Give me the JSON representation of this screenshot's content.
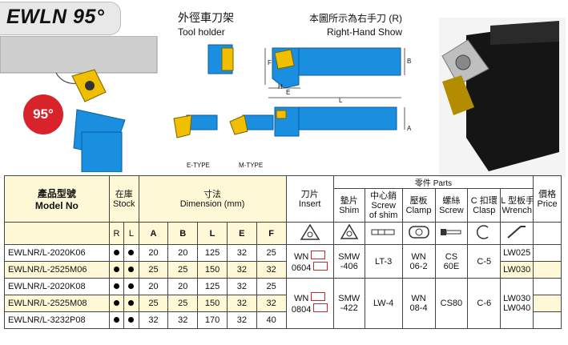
{
  "header": {
    "title": "EWLN 95°"
  },
  "captions": {
    "tool_holder_cn": "外徑車刀架",
    "tool_holder_en": "Tool holder",
    "right_hand_cn": "本圖所示為右手刀 (R)",
    "right_hand_en": "Right-Hand Show",
    "angle_badge": "95°",
    "e_type": "E-TYPE",
    "m_type": "M-TYPE"
  },
  "dim_labels": {
    "F": "F",
    "B": "B",
    "H": "H",
    "E": "E",
    "L": "L",
    "A": "A"
  },
  "table": {
    "parts_group": "零件 Parts",
    "col_model_cn": "產品型號",
    "col_model_en": "Model No",
    "col_stock_cn": "在庫",
    "col_stock_en": "Stock",
    "col_dim_cn": "寸法",
    "col_dim_en": "Dimension (mm)",
    "col_insert_cn": "刀片",
    "col_insert_en": "Insert",
    "col_shim_cn": "墊片",
    "col_shim_en": "Shim",
    "col_screw_shim_cn": "中心銷",
    "col_screw_shim_en1": "Screw",
    "col_screw_shim_en2": "of shim",
    "col_clamp_cn": "壓板",
    "col_clamp_en": "Clamp",
    "col_screw_cn": "螺絲",
    "col_screw_en": "Screw",
    "col_clasp_cn": "C 扣環",
    "col_clasp_en": "Clasp",
    "col_wrench_cn": "L 型板手",
    "col_wrench_en": "Wrench",
    "col_price_cn": "價格",
    "col_price_en": "Price",
    "sub_r": "R",
    "sub_l": "L",
    "sub_a": "A",
    "sub_b": "B",
    "sub_lcol": "L",
    "sub_e": "E",
    "sub_f": "F",
    "rows": [
      {
        "model": "EWLNR/L-2020K06",
        "a": "20",
        "b": "20",
        "l": "125",
        "e": "32",
        "f": "25"
      },
      {
        "model": "EWLNR/L-2525M06",
        "a": "25",
        "b": "25",
        "l": "150",
        "e": "32",
        "f": "32"
      },
      {
        "model": "EWLNR/L-2020K08",
        "a": "20",
        "b": "20",
        "l": "125",
        "e": "32",
        "f": "25"
      },
      {
        "model": "EWLNR/L-2525M08",
        "a": "25",
        "b": "25",
        "l": "150",
        "e": "32",
        "f": "32"
      },
      {
        "model": "EWLNR/L-3232P08",
        "a": "32",
        "b": "32",
        "l": "170",
        "e": "32",
        "f": "40"
      }
    ],
    "group1": {
      "insert_1": "WN",
      "insert_2": "0604",
      "shim_1": "SMW",
      "shim_2": "-406",
      "screw_shim": "LT-3",
      "clamp_1": "WN",
      "clamp_2": "06-2",
      "screw_1": "CS",
      "screw_2": "60E",
      "clasp": "C-5",
      "wrench_1": "LW025",
      "wrench_2": "LW030"
    },
    "group2": {
      "insert_1": "WN",
      "insert_2": "0804",
      "shim_1": "SMW",
      "shim_2": "-422",
      "screw_shim": "LW-4",
      "clamp_1": "WN",
      "clamp_2": "08-4",
      "screw": "CS80",
      "clasp": "C-6",
      "wrench_1": "LW030",
      "wrench_2": "LW040"
    }
  },
  "colors": {
    "tool_blue": "#1a8fe0",
    "insert_yellow": "#f0c000",
    "badge_red": "#d8232a",
    "highlight": "#fff8d6"
  }
}
